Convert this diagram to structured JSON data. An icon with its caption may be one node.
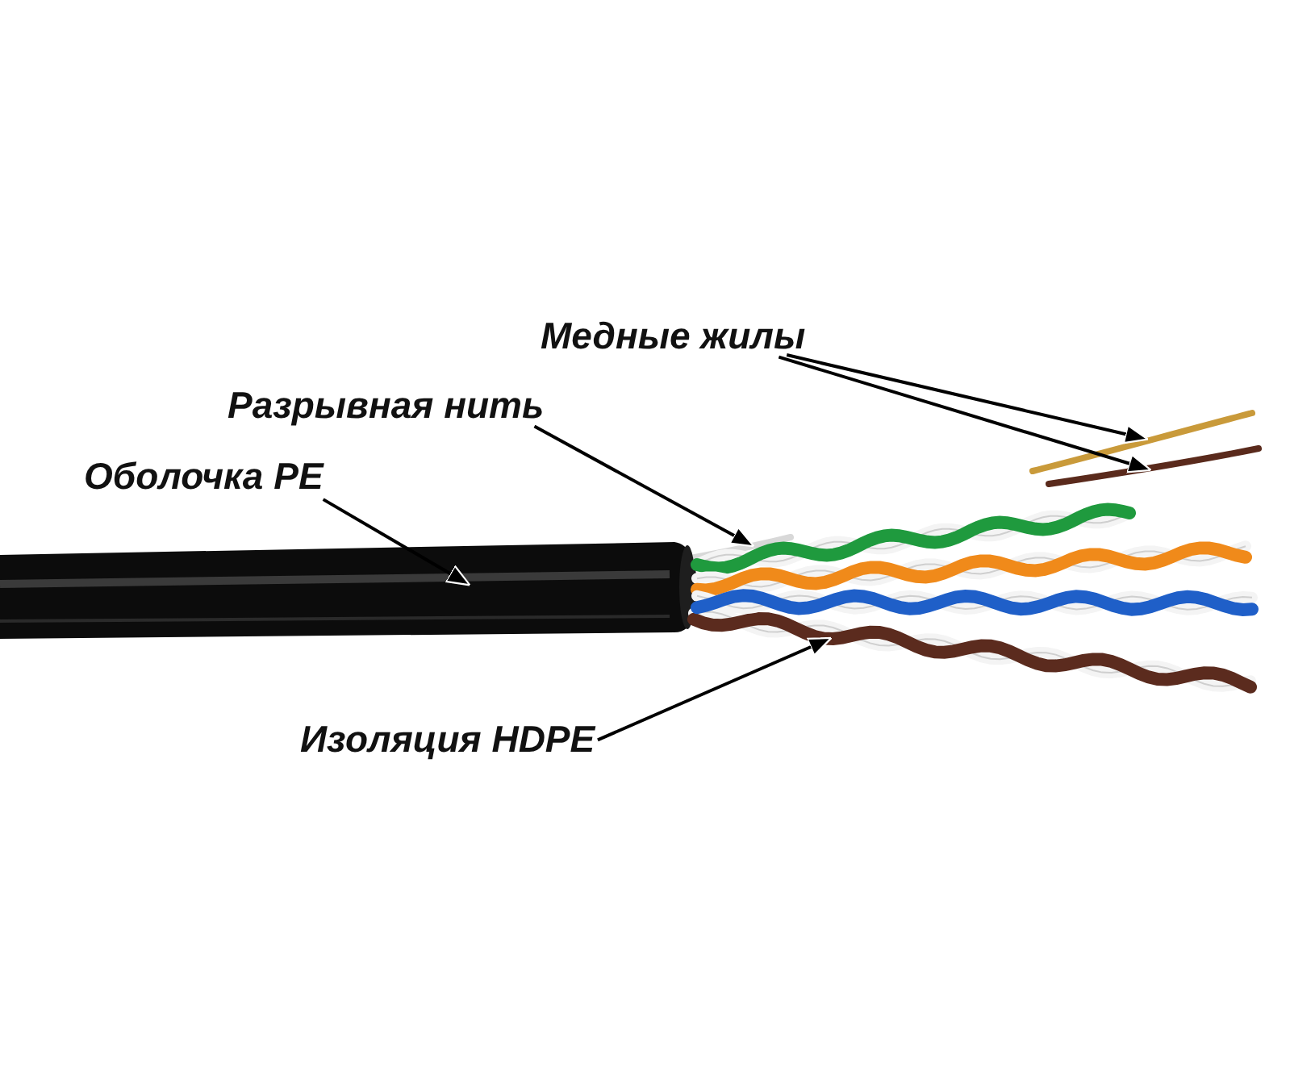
{
  "diagram": {
    "nodes": [
      {
        "text": [
          "Медные жилы"
        ]
      },
      {
        "text": [
          "Разрывная нить"
        ]
      },
      {
        "text": [
          "Оболочка PE"
        ]
      },
      {
        "text": [
          "Изоляция HDPE"
        ]
      },
      {
        "text": [],
        "shape": "picture"
      },
      {
        "text": [],
        "shape": "picture"
      },
      {
        "text": [],
        "shape": "picture"
      },
      {
        "text": [],
        "shape": "cylinder"
      },
      {
        "text": [],
        "shape": "picture"
      }
    ],
    "edges": [
      {
        "from": 0,
        "to": 4,
        "arrow": "to"
      },
      {
        "from": 0,
        "to": 5,
        "arrow": "to"
      },
      {
        "from": 1,
        "to": 6,
        "arrow": "to"
      },
      {
        "from": 2,
        "to": 7,
        "arrow": "to"
      },
      {
        "from": 3,
        "to": 8,
        "arrow": "to"
      }
    ]
  }
}
